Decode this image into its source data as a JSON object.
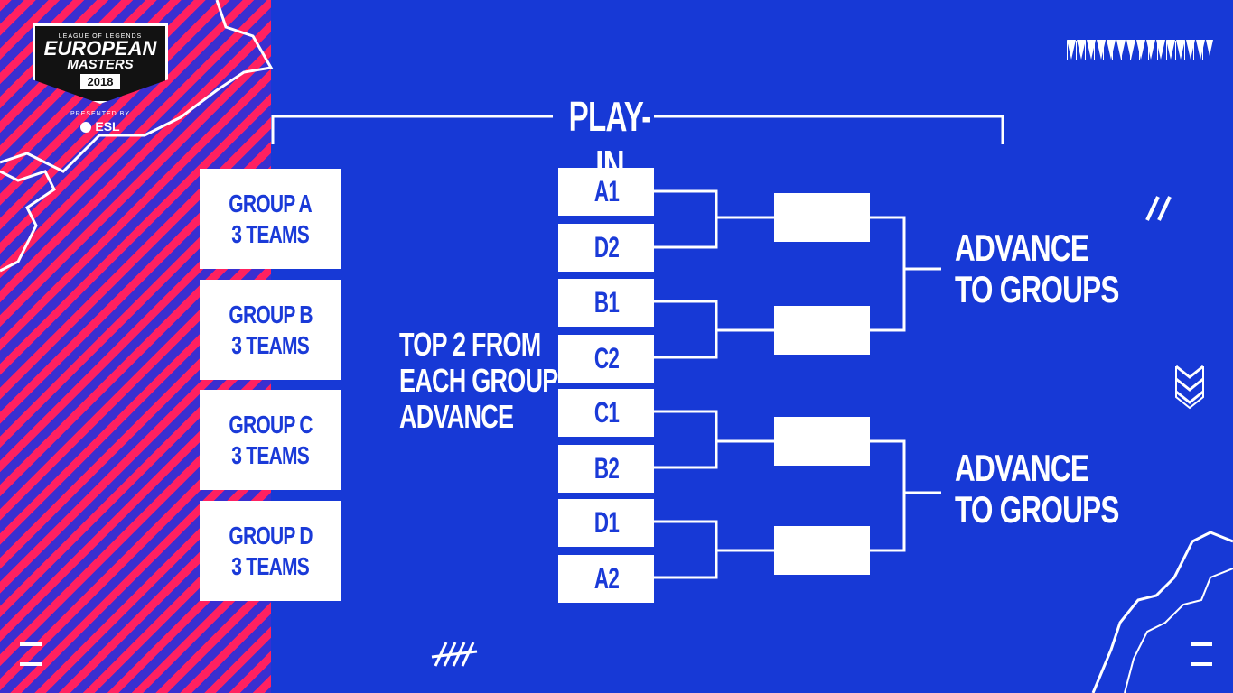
{
  "brand": {
    "small_top": "LEAGUE OF LEGENDS",
    "line1": "EUROPEAN",
    "line2": "MASTERS",
    "year": "2018",
    "presented_by": "PRESENTED BY",
    "sponsor": "ESL"
  },
  "title": "PLAY-IN",
  "groups": [
    {
      "name": "GROUP A",
      "teams": "3 TEAMS"
    },
    {
      "name": "GROUP B",
      "teams": "3 TEAMS"
    },
    {
      "name": "GROUP C",
      "teams": "3 TEAMS"
    },
    {
      "name": "GROUP D",
      "teams": "3 TEAMS"
    }
  ],
  "middle_text": [
    "TOP 2 FROM",
    "EACH GROUP",
    "ADVANCE"
  ],
  "seeds": [
    "A1",
    "D2",
    "B1",
    "C2",
    "C1",
    "B2",
    "D1",
    "A2"
  ],
  "advance": [
    {
      "line1": "ADVANCE",
      "line2": "TO GROUPS"
    },
    {
      "line1": "ADVANCE",
      "line2": "TO GROUPS"
    }
  ],
  "colors": {
    "background": "#1739d6",
    "accent_red": "#ff2160",
    "box": "#ffffff",
    "box_text": "#1a3ad8"
  }
}
